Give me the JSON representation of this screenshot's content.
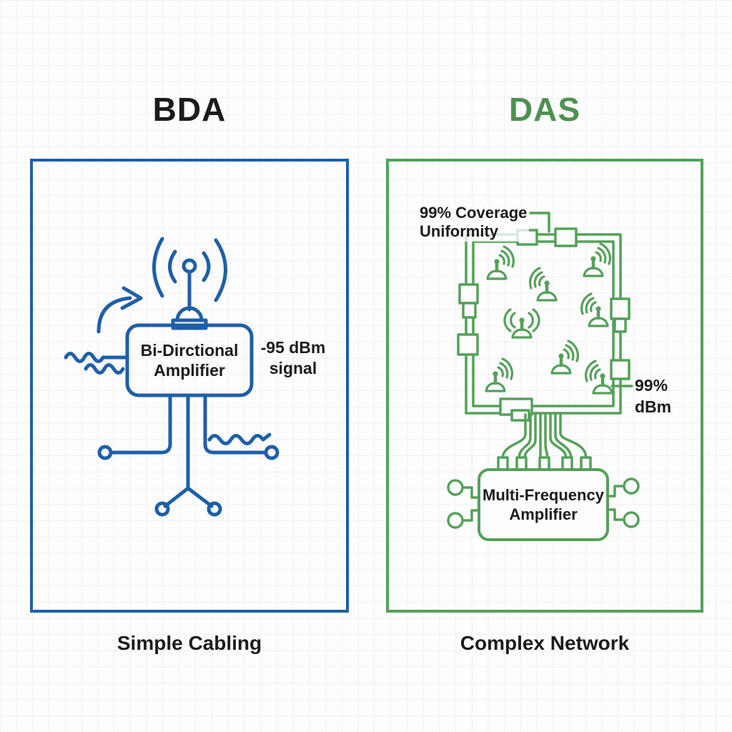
{
  "palette": {
    "blue": "#1f5fa8",
    "green": "#55a05a",
    "green_title": "#4d9150",
    "ink": "#1c1c1c",
    "background": "#fdfdfd"
  },
  "bda": {
    "title": "BDA",
    "caption": "Simple Cabling",
    "amplifier": {
      "line1": "Bi-Dirctional",
      "line2": "Amplifier"
    },
    "signal": {
      "line1": "-95 dBm",
      "line2": "signal"
    }
  },
  "das": {
    "title": "DAS",
    "caption": "Complex Network",
    "coverage": {
      "line1": "99% Coverage",
      "line2": "Uniformity"
    },
    "dbm": {
      "line1": "99%",
      "line2": "dBm"
    },
    "amplifier": {
      "line1": "Multi-Frequency",
      "line2": "Amplifier"
    }
  }
}
